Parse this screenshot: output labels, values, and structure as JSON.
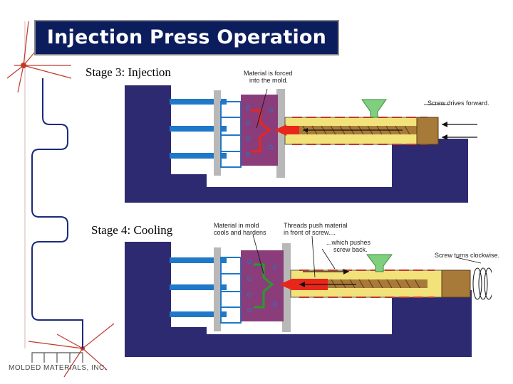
{
  "title": "Injection Press Operation",
  "stage3": {
    "label": "Stage 3: Injection",
    "callout_material": [
      "Material is forced",
      "into the mold."
    ],
    "callout_screw": "Screw drives forward."
  },
  "stage4": {
    "label": "Stage 4: Cooling",
    "callout_material": [
      "Material in mold",
      "cools and hardens"
    ],
    "callout_threads": [
      "Threads push material",
      "in front of screw...."
    ],
    "callout_pushes": [
      "...which pushes",
      "screw back."
    ],
    "callout_screw": "Screw turns clockwise."
  },
  "logo_text": "MOLDED MATERIALS, INC.",
  "colors": {
    "title_bg": "#0c1d5e",
    "frame": "#2e2a72",
    "tie_bar": "#1f78c8",
    "mold": "#8a3d7a",
    "barrel": "#f2e27a",
    "material": "#e8261a",
    "hopper": "#7fcf7f"
  }
}
